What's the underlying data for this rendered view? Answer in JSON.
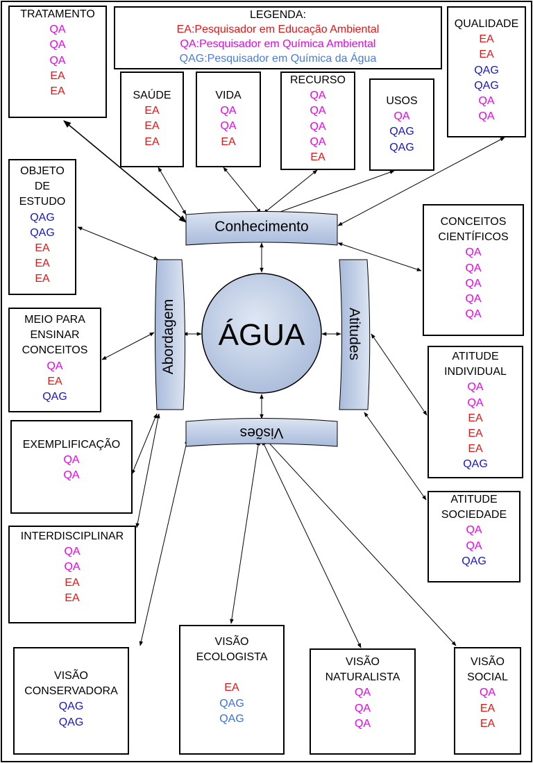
{
  "center": "ÁGUA",
  "hubs": {
    "conhecimento": "Conhecimento",
    "abordagem": "Abordagem",
    "atitudes": "Atitudes",
    "visoes": "Visões"
  },
  "legend": {
    "title": "LEGENDA:",
    "ea": "EA:Pesquisador em Educação Ambiental",
    "qa": "QA:Pesquisador em Química Ambiental",
    "qag": "QAG:Pesquisador em Química da Água"
  },
  "colors": {
    "QA": "#ee00ee",
    "EA": "#ee1111",
    "QAG": "#1515cc",
    "QAG_light": "#3a6ee8",
    "hub_fill": "#b7c6df",
    "circle_fill": "#b9c8e2"
  },
  "boxes": {
    "tratamento": {
      "title": [
        "TRATAMENTO"
      ],
      "codes": [
        "QA",
        "QA",
        "QA",
        "EA",
        "EA"
      ]
    },
    "saude": {
      "title": [
        "SAÚDE"
      ],
      "codes": [
        "EA",
        "EA",
        "EA"
      ]
    },
    "vida": {
      "title": [
        "VIDA"
      ],
      "codes": [
        "QA",
        "QA",
        "EA"
      ]
    },
    "recurso": {
      "title": [
        "RECURSO"
      ],
      "codes": [
        "QA",
        "QA",
        "QA",
        "QA",
        "EA"
      ]
    },
    "usos": {
      "title": [
        "USOS"
      ],
      "codes": [
        "QA",
        "QAG",
        "QAG"
      ]
    },
    "qualidade": {
      "title": [
        "QUALIDADE"
      ],
      "codes": [
        "EA",
        "EA",
        "QAG",
        "QAG",
        "QA",
        "QA"
      ]
    },
    "objeto": {
      "title": [
        "OBJETO",
        "DE",
        "ESTUDO"
      ],
      "codes": [
        "QAG",
        "QAG",
        "EA",
        "EA",
        "EA"
      ]
    },
    "conceitos": {
      "title": [
        "CONCEITOS",
        "CIENTÍFICOS"
      ],
      "codes": [
        "QA",
        "QA",
        "QA",
        "QA",
        "QA"
      ]
    },
    "meio": {
      "title": [
        "MEIO PARA",
        "ENSINAR",
        "CONCEITOS"
      ],
      "codes": [
        "QA",
        "EA",
        "QAG"
      ]
    },
    "atitude_individual": {
      "title": [
        "ATITUDE",
        "INDIVIDUAL"
      ],
      "codes": [
        "QA",
        "QA",
        "EA",
        "EA",
        "EA",
        "QAG"
      ]
    },
    "exemplificacao": {
      "title": [
        "EXEMPLIFICAÇÃO"
      ],
      "codes": [
        "QA",
        "QA"
      ]
    },
    "atitude_sociedade": {
      "title": [
        "ATITUDE",
        "SOCIEDADE"
      ],
      "codes": [
        "QA",
        "QA",
        "QAG"
      ]
    },
    "interdisciplinar": {
      "title": [
        "INTERDISCIPLINAR"
      ],
      "codes": [
        "QA",
        "QA",
        "EA",
        "EA"
      ]
    },
    "visao_conservadora": {
      "title": [
        "VISÃO",
        "CONSERVADORA"
      ],
      "codes": [
        "QAG",
        "QAG"
      ]
    },
    "visao_ecologista": {
      "title": [
        "VISÃO",
        "ECOLOGISTA"
      ],
      "codes": [
        "EA",
        "QAG",
        "QAG"
      ]
    },
    "visao_naturalista": {
      "title": [
        "VISÃO",
        "NATURALISTA"
      ],
      "codes": [
        "QA",
        "QA",
        "QA"
      ]
    },
    "visao_social": {
      "title": [
        "VISÃO",
        "SOCIAL"
      ],
      "codes": [
        "QA",
        "EA",
        "EA"
      ]
    }
  }
}
